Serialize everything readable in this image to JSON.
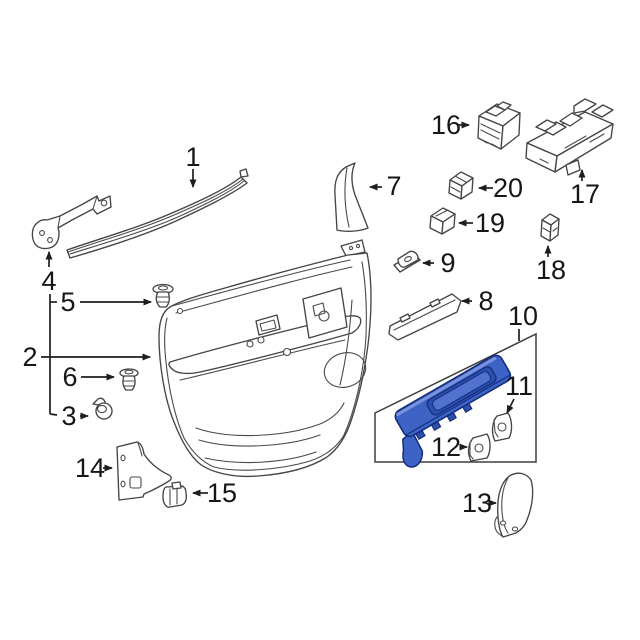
{
  "diagram": {
    "type": "exploded-parts-diagram",
    "subject": "vehicle-front-door-trim-panel",
    "highlight_color": "#3e63c6",
    "highlight_dark": "#132e7c",
    "line_color": "#454545",
    "background_color": "#ffffff"
  },
  "callouts": {
    "c1": "1",
    "c2": "2",
    "c3": "3",
    "c4": "4",
    "c5": "5",
    "c6": "6",
    "c7": "7",
    "c8": "8",
    "c9": "9",
    "c10": "10",
    "c11": "11",
    "c12": "12",
    "c13": "13",
    "c14": "14",
    "c15": "15",
    "c16": "16",
    "c17": "17",
    "c18": "18",
    "c19": "19",
    "c20": "20"
  }
}
